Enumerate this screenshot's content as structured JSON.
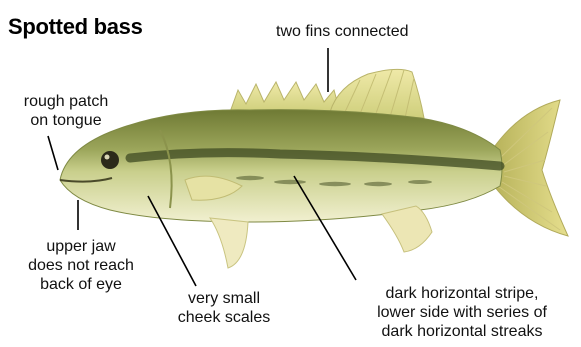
{
  "title": "Spotted bass",
  "labels": {
    "fins": "two fins connected",
    "tongue_line1": "rough patch",
    "tongue_line2": "on tongue",
    "jaw_line1": "upper jaw",
    "jaw_line2": "does not reach",
    "jaw_line3": "back of eye",
    "cheek_line1": "very small",
    "cheek_line2": "cheek scales",
    "stripe_line1": "dark horizontal stripe,",
    "stripe_line2": "lower side with series of",
    "stripe_line3": "dark horizontal streaks"
  },
  "colors": {
    "body": "#c9cf8c",
    "back": "#7d8a3e",
    "belly": "#f1f0d0",
    "fin": "#e3de8f",
    "stripe": "#3e4a22",
    "line": "#000000"
  }
}
